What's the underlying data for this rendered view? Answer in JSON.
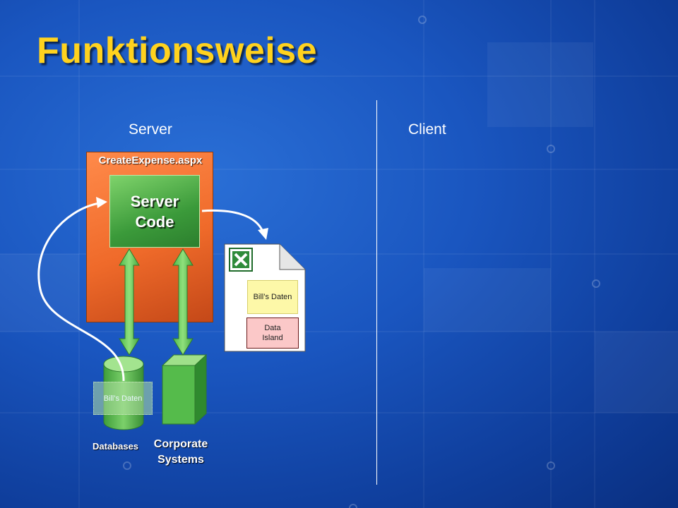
{
  "title": "Funktionsweise",
  "columns": {
    "server": "Server",
    "client": "Client"
  },
  "page_file": "CreateExpense.aspx",
  "server_code": {
    "line1": "Server",
    "line2": "Code"
  },
  "document": {
    "icon": "excel-icon",
    "data_label": "Bill’s Daten",
    "island_line1": "Data",
    "island_line2": "Island"
  },
  "database": {
    "overlay_label": "Bill’s Daten",
    "label": "Databases"
  },
  "corporate_systems": {
    "line1": "Corporate",
    "line2": "Systems"
  },
  "colors": {
    "background": "#1a56c0",
    "title": "#ffd21e",
    "aspx_panel": "#ef6a2a",
    "server_code": "#3b9a3a",
    "arrow_green": "#5cc85a",
    "document_data": "#fdf8a8",
    "data_island": "#fbc8c8"
  }
}
